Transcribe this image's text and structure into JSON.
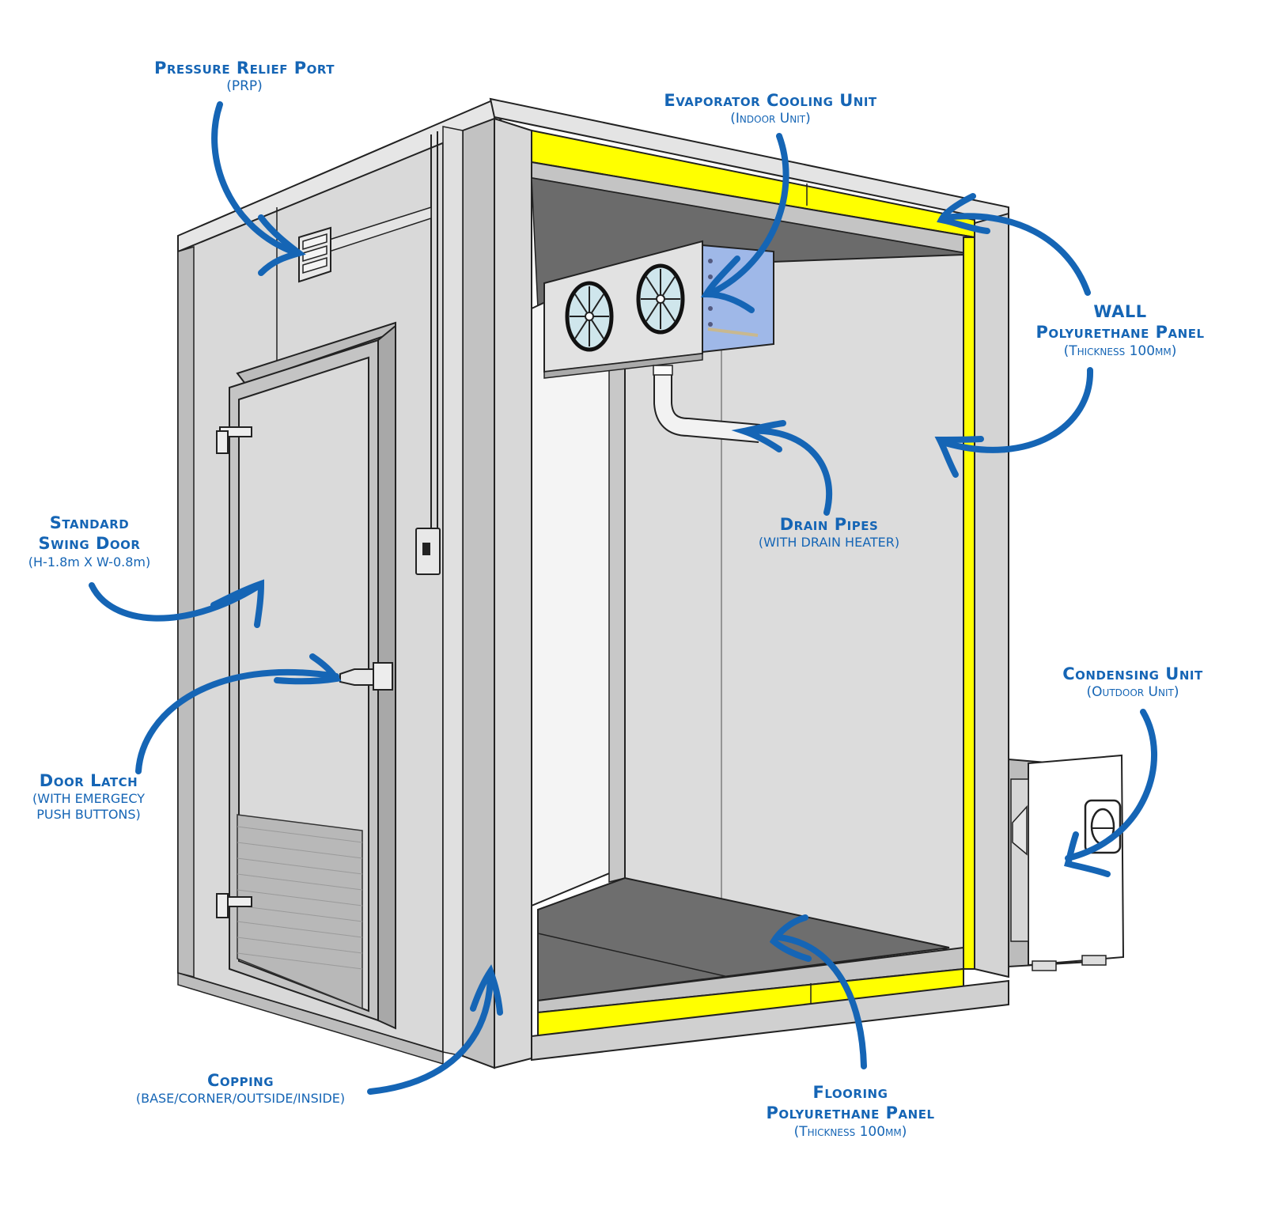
{
  "diagram": {
    "subject": "Walk-in cold room cutaway",
    "colors": {
      "label_blue": "#1565b5",
      "arrow_blue": "#1565b5",
      "insulation_yellow": "#ffff00",
      "panel_light": "#dcdcdc",
      "panel_mid": "#bcbcbc",
      "panel_dark": "#6b6b6b",
      "evaporator_blue": "#9fb8e8"
    },
    "labels": [
      {
        "id": "prp",
        "title": "Pressure Relief Port",
        "subtitle": "(PRP)"
      },
      {
        "id": "evaporator",
        "title": "Evaporator Cooling Unit",
        "subtitle": "(Indoor Unit)"
      },
      {
        "id": "wall",
        "title": "WALL",
        "line2": "Polyurethane Panel",
        "subtitle": "(Thickness 100mm)"
      },
      {
        "id": "drain",
        "title": "Drain Pipes",
        "subtitle": "(WITH DRAIN HEATER)"
      },
      {
        "id": "door",
        "title": "Standard",
        "line2": "Swing Door",
        "subtitle": "(H-1.8m X W-0.8m)"
      },
      {
        "id": "latch",
        "title": "Door Latch",
        "subtitle": "(WITH EMERGECY",
        "line3": "PUSH BUTTONS)"
      },
      {
        "id": "condensing",
        "title": "Condensing Unit",
        "subtitle": "(Outdoor Unit)"
      },
      {
        "id": "copping",
        "title": "Copping",
        "subtitle": "(BASE/CORNER/OUTSIDE/INSIDE)"
      },
      {
        "id": "flooring",
        "title": "Flooring",
        "line2": "Polyurethane Panel",
        "subtitle": "(Thickness 100mm)"
      }
    ]
  }
}
